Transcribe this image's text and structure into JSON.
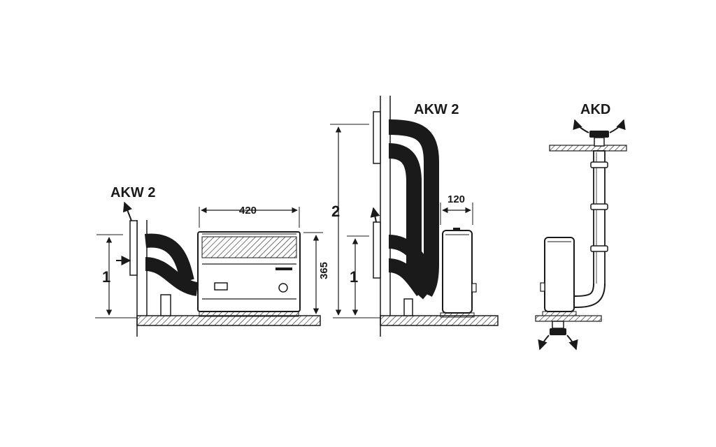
{
  "labels": {
    "left_title": "AKW 2",
    "mid_title": "AKW 2",
    "right_title": "AKD",
    "width_420": "420",
    "height_365": "365",
    "width_120": "120",
    "level_1_left": "1",
    "level_2_mid": "2",
    "level_1_mid": "1"
  },
  "colors": {
    "line": "#1a1a1a",
    "background": "#ffffff"
  }
}
